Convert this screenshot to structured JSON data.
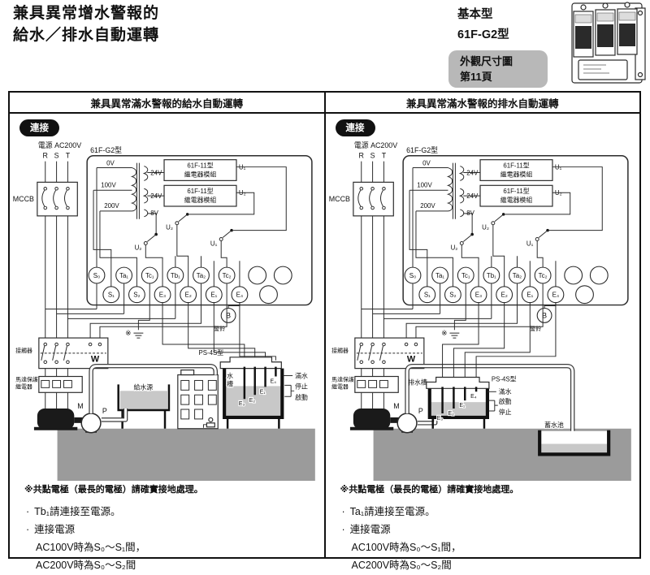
{
  "page": {
    "title_line1": "兼具異常增水警報的",
    "title_line2": "給水／排水自動運轉",
    "model_type": "基本型",
    "model_name": "61F-G2型",
    "dim_line1": "外觀尺寸圖",
    "dim_line2": "第11頁",
    "bullet_char": "·"
  },
  "circuit": {
    "power_label": "電源 AC200V",
    "phases": [
      "R",
      "S",
      "T"
    ],
    "mccb": "MCCB",
    "unit": "61F-G2型",
    "tap_0v": "0V",
    "tap_100v": "100V",
    "tap_200v": "200V",
    "coil_24v_1": "24V",
    "coil_24v_2": "24V",
    "coil_8v": "8V",
    "module_line1": "61F-11型",
    "module_line2": "繼電器模組",
    "u1": "U₁",
    "u2": "U₂",
    "terminals_top": [
      "S₀",
      "Ta₁",
      "Tc₁",
      "Tb₁",
      "Ta₂",
      "Tc₂"
    ],
    "terminals_bottom": [
      "S₁",
      "S₂",
      "E₃",
      "E₂",
      "E₁",
      "E₄"
    ],
    "bell_terminal": "B",
    "bell_label": "警鈴",
    "ground_mark": "※",
    "contactor": "接觸器",
    "motor_relay_line1": "馬達保護",
    "motor_relay_line2": "繼電器",
    "motor": "M",
    "pump": "P",
    "coil_w": "W",
    "ps_holder": "PS-4S型"
  },
  "panels": [
    {
      "header": "兼具異常滿水警報的給水自動運轉",
      "badge": "連接",
      "tank_char1": "水",
      "tank_char2": "槽",
      "source_tank": "給水源",
      "level_full": "滿水",
      "level_mid": "停止",
      "level_low": "啟動",
      "e3": "E₃",
      "e2": "E₂",
      "e1": "E₁",
      "e4": "E₄",
      "ground_note": "※共點電極（最長的電極）請確實接地處理。",
      "bullet1": "Tb₁請連接至電源。",
      "bullet2": "連接電源",
      "sub1": "AC100V時為S₀～S₁間，",
      "sub2": "AC200V時為S₀～S₂間"
    },
    {
      "header": "兼具異常滿水警報的排水自動運轉",
      "badge": "連接",
      "tank_label": "排水槽",
      "reservoir": "蓄水池",
      "level_full": "滿水",
      "level_mid": "啟動",
      "level_low": "停止",
      "e3": "E₃",
      "e2": "E₂",
      "e1": "E₁",
      "e4": "E₄",
      "ground_note": "※共點電極（最長的電極）請確實接地處理。",
      "bullet1": "Ta₁請連接至電源。",
      "bullet2": "連接電源",
      "sub1": "AC100V時為S₀～S₁間，",
      "sub2": "AC200V時為S₀～S₂間"
    }
  ]
}
